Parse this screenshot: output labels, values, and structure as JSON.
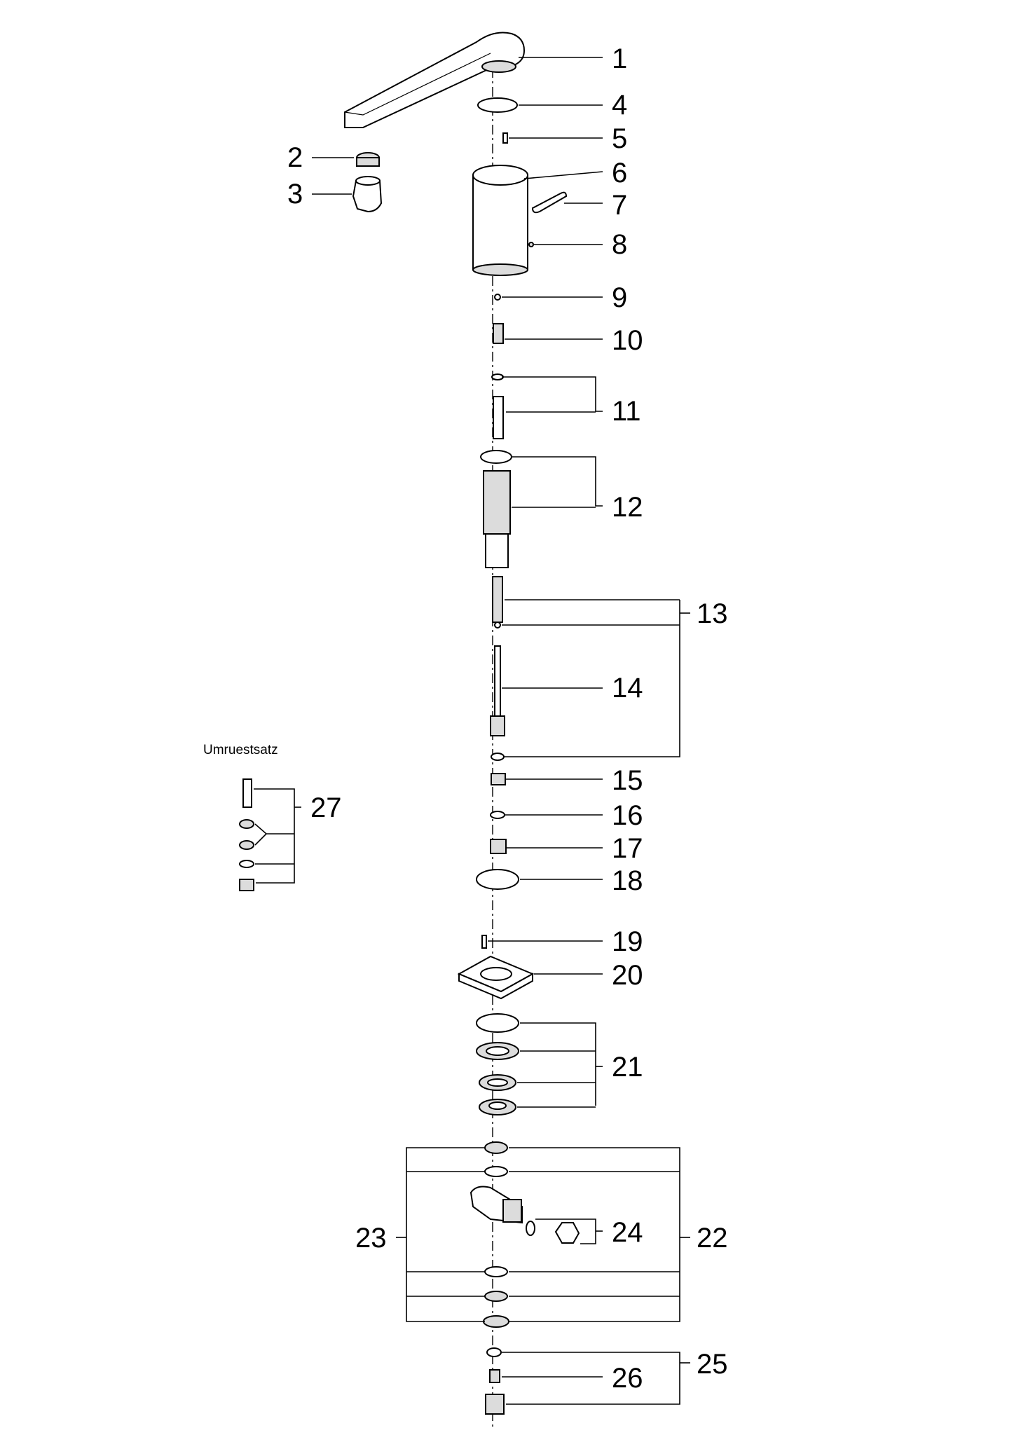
{
  "diagram": {
    "kit_caption": "Umruestsatz",
    "labels": {
      "p1": "1",
      "p2": "2",
      "p3": "3",
      "p4": "4",
      "p5": "5",
      "p6": "6",
      "p7": "7",
      "p8": "8",
      "p9": "9",
      "p10": "10",
      "p11": "11",
      "p12": "12",
      "p13": "13",
      "p14": "14",
      "p15": "15",
      "p16": "16",
      "p17": "17",
      "p18": "18",
      "p19": "19",
      "p20": "20",
      "p21": "21",
      "p22": "22",
      "p23": "23",
      "p24": "24",
      "p25": "25",
      "p26": "26",
      "p27": "27"
    }
  }
}
